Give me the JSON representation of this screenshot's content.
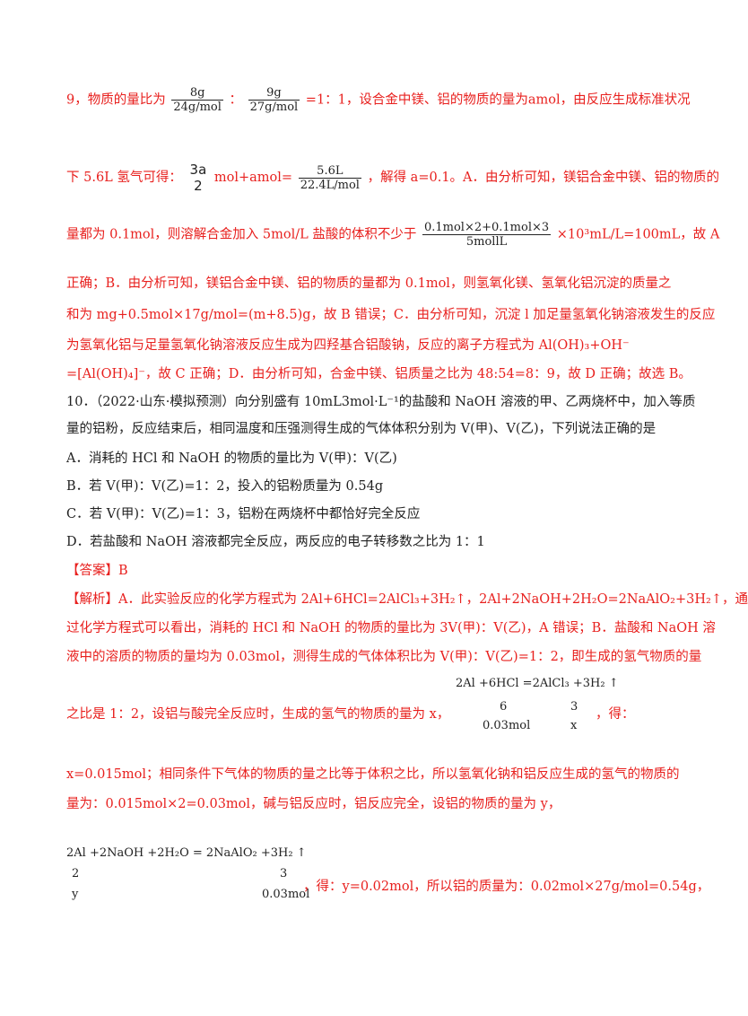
{
  "p1": {
    "lead": "9，物质的量比为",
    "f1_num": "8g",
    "f1_den": "24g/mol",
    "sep": "：",
    "f2_num": "9g",
    "f2_den": "27g/mol",
    "tail": "=1：1，设合金中镁、铝的物质的量为amol，由反应生成标准状况"
  },
  "p2": {
    "lead": "下 5.6L 氢气可得：",
    "f1_num": "3a",
    "f1_den": "2",
    "mid": "mol+amol=",
    "f2_num": "5.6L",
    "f2_den": "22.4L/mol",
    "tail": "，解得 a=0.1。A．由分析可知，镁铝合金中镁、铝的物质的"
  },
  "p3": {
    "lead": "量都为 0.1mol，则溶解合金加入 5mol/L 盐酸的体积不少于",
    "f_num": "0.1mol×2+0.1mol×3",
    "f_den": "5mollL",
    "tail": "×10³mL/L=100mL，故 A"
  },
  "lines": [
    "正确；B．由分析可知，镁铝合金中镁、铝的物质的量都为 0.1mol，则氢氧化镁、氢氧化铝沉淀的质量之",
    "和为 mg+0.5mol×17g/mol=(m+8.5)g，故 B 错误；C．由分析可知，沉淀 l 加足量氢氧化钠溶液发生的反应",
    "为氢氧化铝与足量氢氧化钠溶液反应生成为四羟基合铝酸钠，反应的离子方程式为 Al(OH)₃+OH⁻",
    "=[Al(OH)₄]⁻，故 C 正确；D．由分析可知，合金中镁、铝质量之比为 48:54=8：9，故 D 正确；故选 B。"
  ],
  "q10": {
    "l1": "10．（2022·山东·模拟预测）向分别盛有 10mL3mol·L⁻¹的盐酸和 NaOH 溶液的甲、乙两烧杯中，加入等质",
    "l2": "量的铝粉，反应结束后，相同温度和压强测得生成的气体体积分别为 V(甲)、V(乙)，下列说法正确的是",
    "optA": "A．消耗的 HCl 和 NaOH 的物质的量比为 V(甲)：V(乙)",
    "optB": "B．若 V(甲)：V(乙)=1：2，投入的铝粉质量为 0.54g",
    "optC": "C．若 V(甲)：V(乙)=1：3，铝粉在两烧杯中都恰好完全反应",
    "optD": "D．若盐酸和 NaOH 溶液都完全反应，两反应的电子转移数之比为 1：1"
  },
  "answer": "【答案】B",
  "analysis": {
    "tag": "【解析】",
    "l1": "A．此实验反应的化学方程式为 2Al+6HCl=2AlCl₃+3H₂↑，2Al+2NaOH+2H₂O=2NaAlO₂+3H₂↑，通",
    "l2": "过化学方程式可以看出，消耗的 HCl 和 NaOH 的物质的量比为 3V(甲)：V(乙)，A 错误；B．盐酸和 NaOH 溶",
    "l3": "液中的溶质的物质的量均为 0.03mol，测得生成的气体体积比为 V(甲)：V(乙)=1：2，即生成的氢气物质的量",
    "l4": "之比是 1：2，设铝与酸完全反应时，生成的氢气的物质的量为 x，",
    "l4_tail": "，得：",
    "l5": "x=0.015mol；相同条件下气体的物质的量之比等于体积之比，所以氢氧化钠和铝反应生成的氢气的物质的",
    "l6": "量为：0.015mol×2=0.03mol，碱与铝反应时，铝反应完全，设铝的物质的量为 y，",
    "l7_tail": "，得：y=0.02mol，所以铝的质量为：0.02mol×27g/mol=0.54g，"
  },
  "eq1": {
    "row1": "2Al    +6HCl   =2AlCl₃ +3H₂ ↑",
    "row2a": "6",
    "row2b": "3",
    "row3a": "0.03mol",
    "row3b": "x"
  },
  "eq2": {
    "row1": "2Al   +2NaOH   +2H₂O =   2NaAlO₂   +3H₂ ↑",
    "row2a": "2",
    "row2b": "3",
    "row3a": "y",
    "row3b": "0.03mol"
  }
}
